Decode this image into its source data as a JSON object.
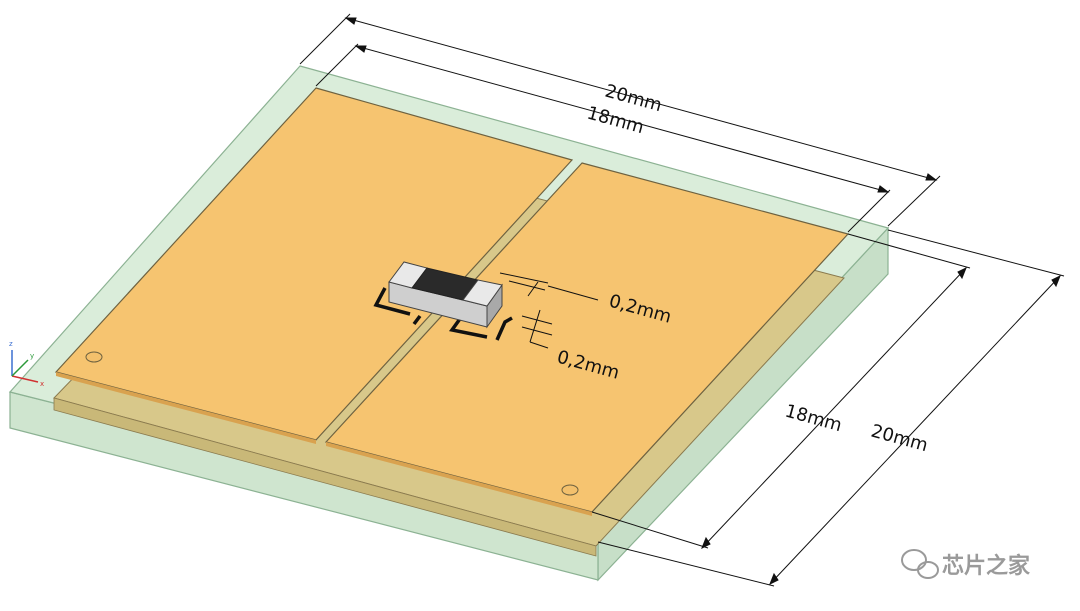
{
  "dimensions": {
    "substrate_width": "20mm",
    "conductor_width": "18mm",
    "substrate_depth": "20mm",
    "conductor_depth": "18mm",
    "pad_gap_top": "0,2mm",
    "pad_gap_bottom": "0,2mm"
  },
  "axes": {
    "z": "z",
    "y": "y",
    "x": "x"
  },
  "watermark": {
    "text": "芯片之家",
    "icon": "wechat-icon"
  },
  "colors": {
    "substrate": "#cfe6cf",
    "substrate_edge": "#7fae86",
    "copper": "#f6c470",
    "copper_edge": "#8a7a4e",
    "ground_plane": "#d9c98e",
    "component_body": "#2b2b2b",
    "component_terminal": "#dcdcdc"
  }
}
